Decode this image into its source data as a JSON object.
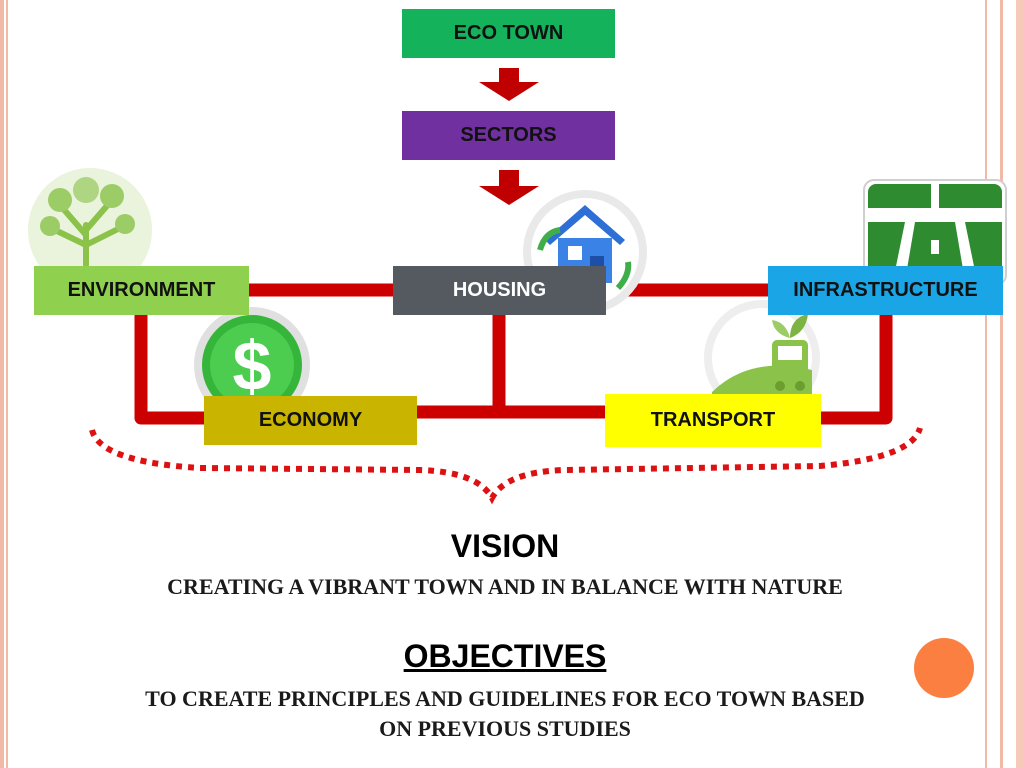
{
  "diagram": {
    "top": "ECO TOWN",
    "middle": "SECTORS",
    "sectors": {
      "environment": "ENVIRONMENT",
      "housing": "HOUSING",
      "infrastructure": "INFRASTRUCTURE",
      "economy": "ECONOMY",
      "transport": "TRANSPORT"
    },
    "colors": {
      "eco_town": "#14b25a",
      "sectors": "#7030a0",
      "environment": "#8fd14f",
      "housing": "#555a61",
      "infrastructure": "#1aa6e6",
      "economy": "#c9b400",
      "transport": "#ffff00",
      "connector": "#d0021b",
      "accent_dot": "#fb7f40"
    },
    "icons": [
      "tree-icon",
      "house-icon",
      "highway-sign-icon",
      "dollar-icon",
      "eco-bus-icon"
    ]
  },
  "vision": {
    "heading": "VISION",
    "text": "CREATING A VIBRANT TOWN AND IN BALANCE WITH NATURE"
  },
  "objectives": {
    "heading": "OBJECTIVES",
    "text_line1": "TO CREATE PRINCIPLES AND GUIDELINES FOR ECO TOWN BASED",
    "text_line2": "ON PREVIOUS STUDIES"
  }
}
